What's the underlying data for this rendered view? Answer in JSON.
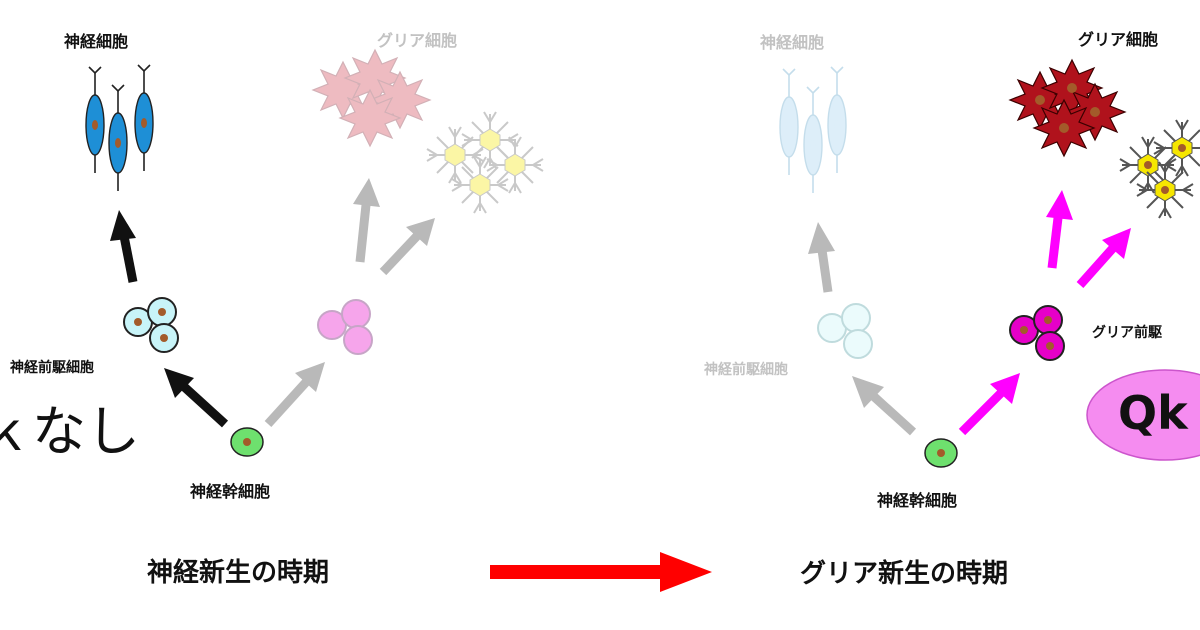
{
  "left_panel": {
    "top_left_label": "神経細胞",
    "top_right_label": "グリア細胞",
    "progenitor_label": "神経前駆細胞",
    "stem_label": "神経幹細胞",
    "cut_text": "ｋなし",
    "period_title": "神経新生の時期"
  },
  "right_panel": {
    "top_left_label": "神経細胞",
    "top_right_label": "グリア細胞",
    "progenitor_left_label": "神経前駆細胞",
    "progenitor_right_label": "グリア前駆",
    "stem_label": "神経幹細胞",
    "qk_text": "Qk",
    "period_title": "グリア新生の時期"
  },
  "colors": {
    "black_arrow": "#111111",
    "gray_arrow": "#b9b9b9",
    "magenta_arrow": "#ff00ff",
    "transition_arrow": "#ff0000",
    "neuron_blue": "#1e8fd6",
    "stem_green": "#6ee06e",
    "progenitor_cyan": "#c8f4f8",
    "glia_progenitor_magenta": "#e600c8",
    "astrocyte_red": "#b0121c",
    "oligodendrocyte_yellow": "#f6e600",
    "qk_bubble": "#f58cf0"
  }
}
